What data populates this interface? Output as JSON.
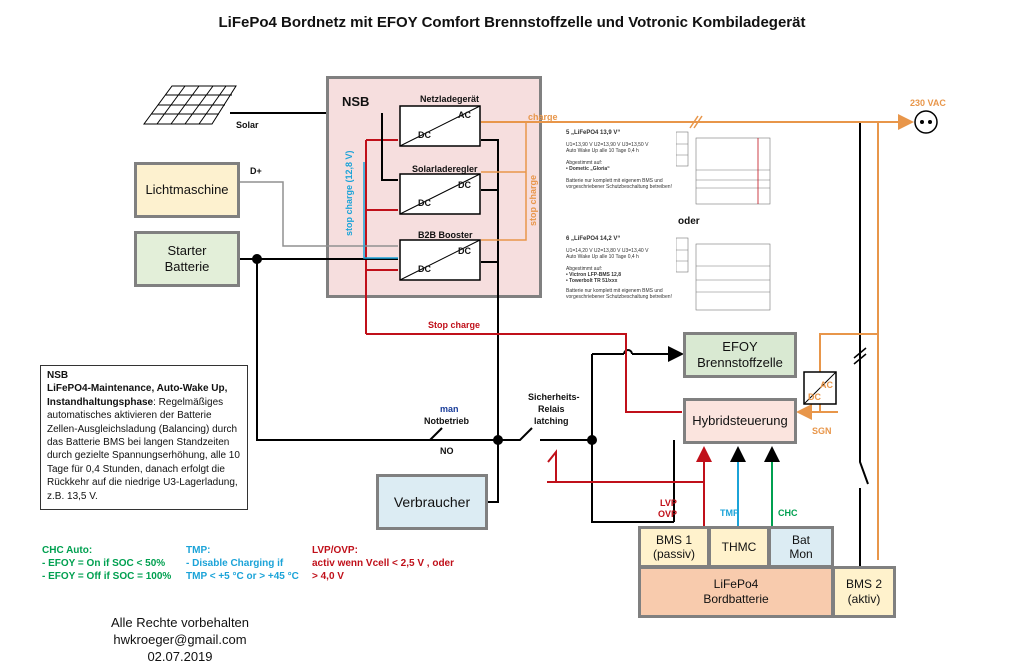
{
  "title": "LiFePo4 Bordnetz mit EFOY Comfort Brennstoffzelle und Votronic Kombiladegerät",
  "nsb": {
    "label": "NSB",
    "netzladegeraet": "Netzladegerät",
    "solarladeregler": "Solarladeregler",
    "b2b": "B2B Booster",
    "ac": "AC",
    "dc": "DC"
  },
  "labels": {
    "solar": "Solar",
    "dplus": "D+",
    "charge": "charge",
    "stop_charge_blue": "stop charge (12,8 V)",
    "stop_charge_orange": "stop charge",
    "stop_charge_red": "Stop charge",
    "vac": "230 VAC",
    "man": "man",
    "notbetrieb": "Notbetrieb",
    "no": "NO",
    "sicherheits": "Sicherheits-",
    "relais": "Relais",
    "latching": "latching",
    "sgn": "SGN",
    "lvp": "LVP",
    "ovp": "OVP",
    "tmp": "TMP",
    "chc": "CHC",
    "oder": "oder",
    "ac": "AC",
    "dc": "DC"
  },
  "boxes": {
    "lichtmaschine": "Lichtmaschine",
    "starter1": "Starter",
    "starter2": "Batterie",
    "efoy1": "EFOY",
    "efoy2": "Brennstoffzelle",
    "hybrid": "Hybridsteuerung",
    "verbraucher": "Verbraucher",
    "bms1a": "BMS 1",
    "bms1b": "(passiv)",
    "thmc": "THMC",
    "batmon1": "Bat",
    "batmon2": "Mon",
    "lifepo1": "LiFePo4",
    "lifepo2": "Bordbatterie",
    "bms2a": "BMS 2",
    "bms2b": "(aktiv)"
  },
  "note": {
    "heading": "NSB",
    "bold_part": "LiFePO4-Maintenance, Auto-Wake Up, Instandhaltungsphase",
    "text": ": Regelmäßiges automatisches aktivieren der Batterie Zellen-Ausgleichsladung (Balancing) durch das Batterie BMS bei langen Standzeiten durch gezielte Spannungserhöhung, alle 10 Tage für 0,4 Stunden, danach erfolgt die Rückkehr auf die niedrige U3-Lagerladung, z.B. 13,5 V."
  },
  "legend": {
    "chc_title": "CHC Auto:",
    "chc_1": "- EFOY = On if SOC < 50%",
    "chc_2": "- EFOY = Off if SOC = 100%",
    "tmp_title": "TMP:",
    "tmp_1": "- Disable Charging if",
    "tmp_2": "TMP < +5 °C or > +45 °C",
    "lvp_title": "LVP/OVP:",
    "lvp_1": "activ wenn Vcell < 2,5 V , oder",
    "lvp_2": "> 4,0 V"
  },
  "footer": {
    "line1": "Alle Rechte vorbehalten",
    "line2": "hwkroeger@gmail.com",
    "line3": "02.07.2019"
  },
  "thumb1": {
    "heading": "5   „LiFePO4   13,9 V“",
    "r1": "U1=13,90 V    U2=13,90 V    U3=13,50 V",
    "r2": "Auto Wake Up alle 10 Tage 0,4 h",
    "r3": "Abgestimmt auf:",
    "r4": "• Dometic „Gloria“",
    "r5": "Batterie nur komplett mit eigenem BMS und",
    "r6": "vorgeschriebener Schutzbeschaltung betreiben!"
  },
  "thumb2": {
    "heading": "6   „LiFePO4   14,2 V“",
    "r1": "U1=14,20 V    U2=13,80 V    U3=13,40 V",
    "r2": "Auto Wake Up alle 10 Tage 0,4 h",
    "r3": "Abgestimmt auf:",
    "r4": "• Victron LFP-BMS 12,8",
    "r5": "• Towerbolt TR 51/xxx",
    "r6": "Batterie nur komplett mit eigenem BMS und",
    "r7": "vorgeschriebener Schutzbeschaltung betreiben!"
  },
  "colors": {
    "line": "#000000",
    "red": "#c0101a",
    "blue": "#1ba3d8",
    "orange": "#e8964a",
    "green": "#00a050",
    "gray": "#808080",
    "nsb_fill": "#f6dede",
    "licht_fill": "#fdf1cf",
    "starter_fill": "#e3efd9",
    "efoy_fill": "#d9e9d2",
    "hybrid_fill": "#fbe4de",
    "verbr_fill": "#dcecf3",
    "bms_fill": "#fff2cc",
    "lifepo_fill": "#f8cbad"
  }
}
